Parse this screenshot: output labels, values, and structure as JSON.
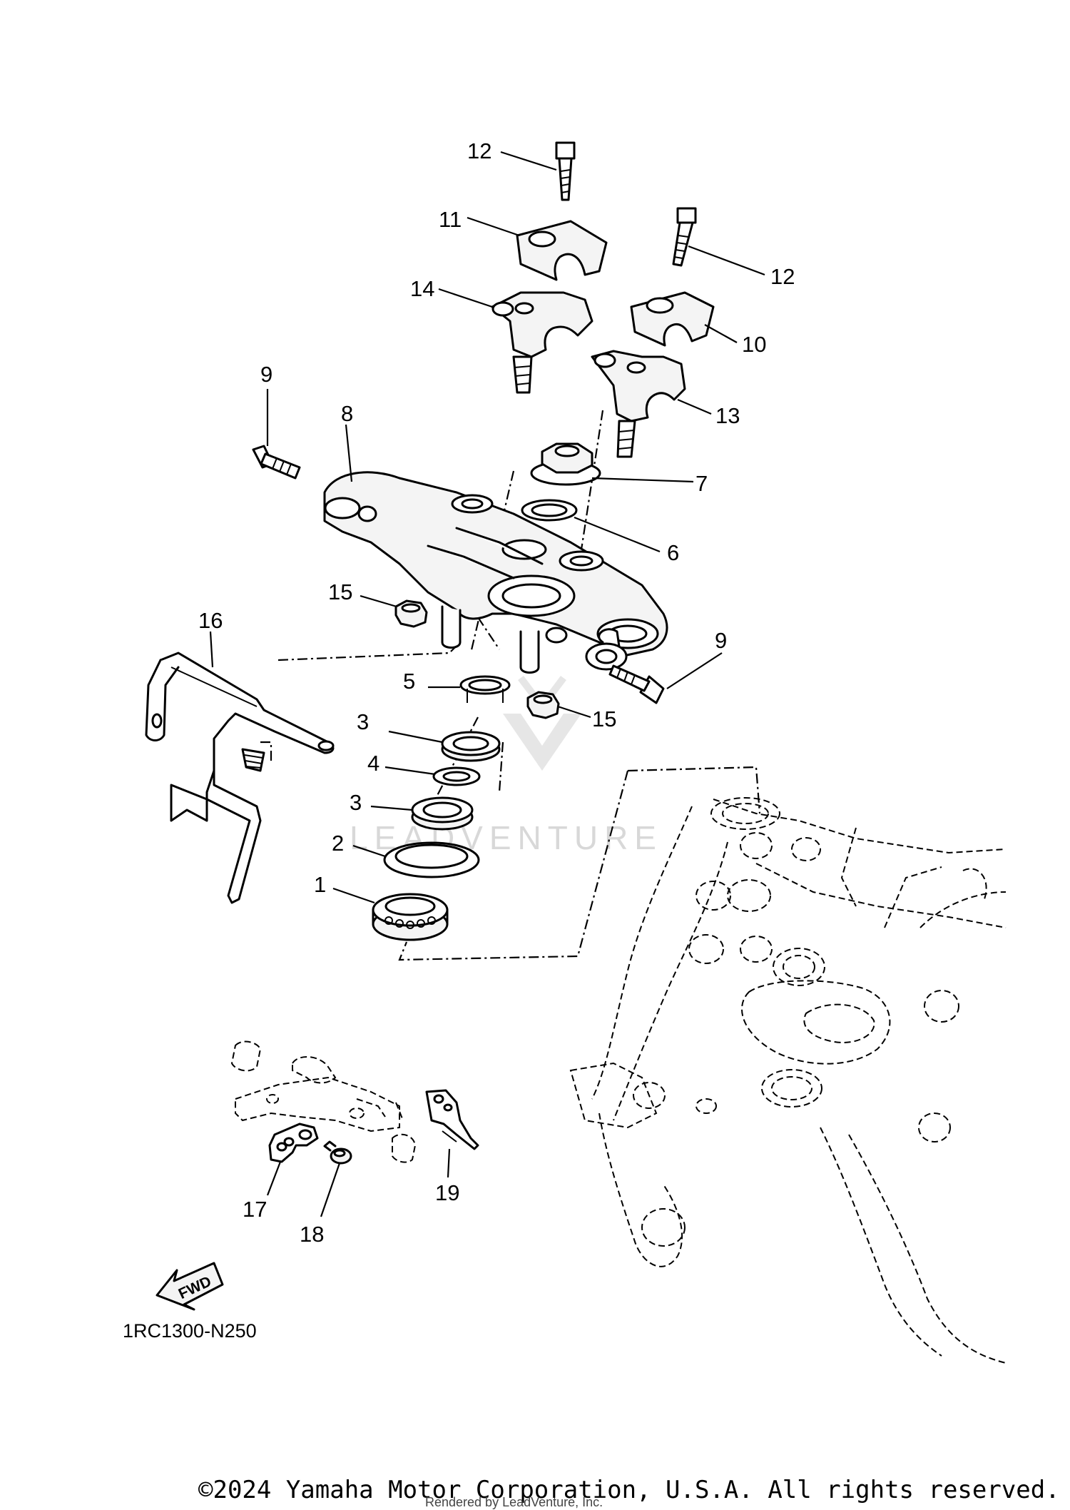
{
  "diagram": {
    "code": "1RC1300-N250",
    "fwd_label": "FWD",
    "watermark": "LEADVENTURE",
    "callouts": [
      {
        "id": "c1",
        "label": "1"
      },
      {
        "id": "c2",
        "label": "2"
      },
      {
        "id": "c3a",
        "label": "3"
      },
      {
        "id": "c3b",
        "label": "3"
      },
      {
        "id": "c4",
        "label": "4"
      },
      {
        "id": "c5",
        "label": "5"
      },
      {
        "id": "c6",
        "label": "6"
      },
      {
        "id": "c7",
        "label": "7"
      },
      {
        "id": "c8",
        "label": "8"
      },
      {
        "id": "c9a",
        "label": "9"
      },
      {
        "id": "c9b",
        "label": "9"
      },
      {
        "id": "c10",
        "label": "10"
      },
      {
        "id": "c11",
        "label": "11"
      },
      {
        "id": "c12a",
        "label": "12"
      },
      {
        "id": "c12b",
        "label": "12"
      },
      {
        "id": "c13",
        "label": "13"
      },
      {
        "id": "c14",
        "label": "14"
      },
      {
        "id": "c15a",
        "label": "15"
      },
      {
        "id": "c15b",
        "label": "15"
      },
      {
        "id": "c16",
        "label": "16"
      },
      {
        "id": "c17",
        "label": "17"
      },
      {
        "id": "c18",
        "label": "18"
      },
      {
        "id": "c19",
        "label": "19"
      }
    ]
  },
  "footer": {
    "copyright": "©2024 Yamaha Motor Corporation, U.S.A. All rights reserved.",
    "rendered_by": "Rendered by LeadVenture, Inc."
  }
}
